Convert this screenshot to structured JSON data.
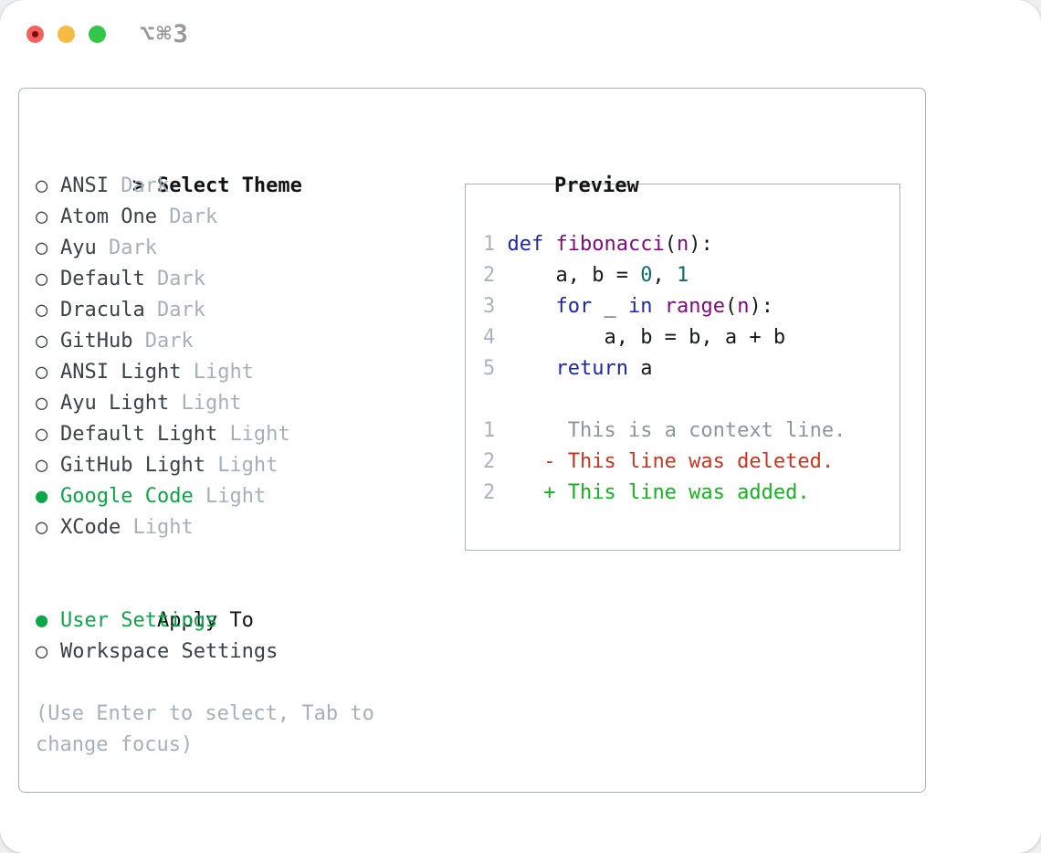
{
  "window": {
    "title": "⌥⌘3"
  },
  "theme_picker": {
    "prompt": ">",
    "title": "Select Theme",
    "radio_unselected": "○",
    "radio_selected": "●",
    "themes": [
      {
        "name": "ANSI",
        "variant": "Dark",
        "selected": false
      },
      {
        "name": "Atom One",
        "variant": "Dark",
        "selected": false
      },
      {
        "name": "Ayu",
        "variant": "Dark",
        "selected": false
      },
      {
        "name": "Default",
        "variant": "Dark",
        "selected": false
      },
      {
        "name": "Dracula",
        "variant": "Dark",
        "selected": false
      },
      {
        "name": "GitHub",
        "variant": "Dark",
        "selected": false
      },
      {
        "name": "ANSI Light",
        "variant": "Light",
        "selected": false
      },
      {
        "name": "Ayu Light",
        "variant": "Light",
        "selected": false
      },
      {
        "name": "Default Light",
        "variant": "Light",
        "selected": false
      },
      {
        "name": "GitHub Light",
        "variant": "Light",
        "selected": false
      },
      {
        "name": "Google Code",
        "variant": "Light",
        "selected": true
      },
      {
        "name": "XCode",
        "variant": "Light",
        "selected": false
      }
    ],
    "apply_to": {
      "label": "Apply To",
      "options": [
        {
          "name": "User Settings",
          "selected": true
        },
        {
          "name": "Workspace Settings",
          "selected": false
        }
      ]
    },
    "hint": "(Use Enter to select, Tab to change focus)"
  },
  "preview": {
    "label": "Preview",
    "lines": [
      {
        "tokens": [
          {
            "t": "1 ",
            "c": "num"
          },
          {
            "t": "def",
            "c": "kw"
          },
          {
            "t": " ",
            "c": "plain"
          },
          {
            "t": "fibonacci",
            "c": "fn"
          },
          {
            "t": "(",
            "c": "plain"
          },
          {
            "t": "n",
            "c": "fn"
          },
          {
            "t": "):",
            "c": "plain"
          }
        ]
      },
      {
        "tokens": [
          {
            "t": "2 ",
            "c": "num"
          },
          {
            "t": "    a, b = ",
            "c": "plain"
          },
          {
            "t": "0",
            "c": "lit"
          },
          {
            "t": ", ",
            "c": "plain"
          },
          {
            "t": "1",
            "c": "lit"
          }
        ]
      },
      {
        "tokens": [
          {
            "t": "3 ",
            "c": "num"
          },
          {
            "t": "    ",
            "c": "plain"
          },
          {
            "t": "for",
            "c": "kw"
          },
          {
            "t": " _ ",
            "c": "plain"
          },
          {
            "t": "in",
            "c": "kw"
          },
          {
            "t": " ",
            "c": "plain"
          },
          {
            "t": "range",
            "c": "fn"
          },
          {
            "t": "(",
            "c": "plain"
          },
          {
            "t": "n",
            "c": "fn"
          },
          {
            "t": "):",
            "c": "plain"
          }
        ]
      },
      {
        "tokens": [
          {
            "t": "4 ",
            "c": "num"
          },
          {
            "t": "        a, b = b, a + b",
            "c": "plain"
          }
        ]
      },
      {
        "tokens": [
          {
            "t": "5 ",
            "c": "num"
          },
          {
            "t": "    ",
            "c": "plain"
          },
          {
            "t": "return",
            "c": "kw"
          },
          {
            "t": " a",
            "c": "plain"
          }
        ]
      },
      {
        "tokens": []
      },
      {
        "tokens": [
          {
            "t": "1",
            "c": "num"
          },
          {
            "t": "      This is a context line.",
            "c": "ctx"
          }
        ]
      },
      {
        "tokens": [
          {
            "t": "2",
            "c": "num"
          },
          {
            "t": "    ",
            "c": "plain"
          },
          {
            "t": "- This line was deleted.",
            "c": "del"
          }
        ]
      },
      {
        "tokens": [
          {
            "t": "2",
            "c": "num"
          },
          {
            "t": "    ",
            "c": "plain"
          },
          {
            "t": "+ This line was added.",
            "c": "add"
          }
        ]
      }
    ]
  },
  "colors": {
    "accent_green": "#0ca648",
    "text_dark": "#3a4147",
    "text_black": "#111315",
    "text_muted": "#a6b0bb",
    "line_number": "#a9b3bd",
    "context_gray": "#8d969d",
    "diff_red": "#cb3420",
    "diff_green": "#14b31f",
    "syntax_keyword": "#1c26ab",
    "syntax_name": "#7d0a7d",
    "syntax_literal": "#0b6c6c",
    "syntax_plain": "#16181a",
    "border": "#a9b2bd",
    "traffic_red": "#f4615c",
    "traffic_red_dot": "#701209",
    "traffic_yellow": "#f6bb40",
    "traffic_green": "#33c748",
    "title_gray": "#96989b"
  }
}
